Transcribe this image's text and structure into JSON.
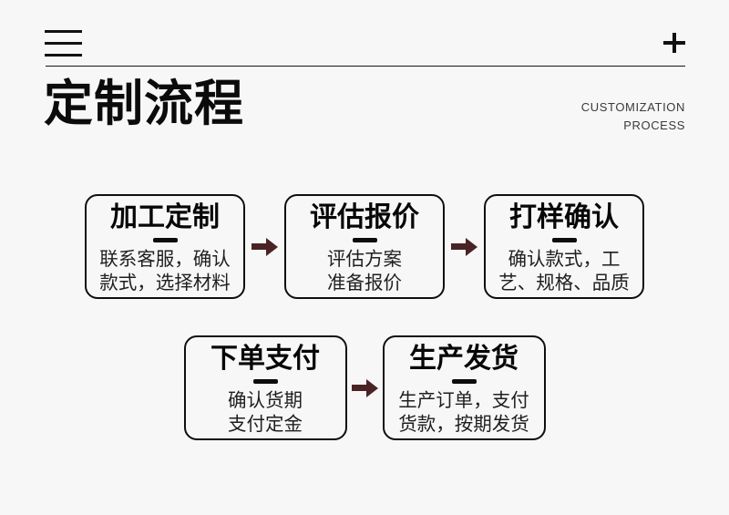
{
  "colors": {
    "background": "#f7f7f7",
    "arrow": "#4a2424",
    "border": "#0f0f0f",
    "text": "#111111",
    "subtitle": "#3a3a3a"
  },
  "icons": {
    "menu": "hamburger-icon",
    "add": "plus-icon",
    "flow": "arrow-right-icon"
  },
  "header": {
    "title": "定制流程",
    "subtitle_lines": [
      "CUSTOMIZATION",
      "PROCESS"
    ]
  },
  "steps": [
    {
      "title": "加工定制",
      "desc1": "联系客服，确认",
      "desc2": "款式，选择材料"
    },
    {
      "title": "评估报价",
      "desc1": "评估方案",
      "desc2": "准备报价"
    },
    {
      "title": "打样确认",
      "desc1": "确认款式，工",
      "desc2": "艺、规格、品质"
    },
    {
      "title": "下单支付",
      "desc1": "确认货期",
      "desc2": "支付定金"
    },
    {
      "title": "生产发货",
      "desc1": "生产订单，支付",
      "desc2": "货款，按期发货"
    }
  ]
}
